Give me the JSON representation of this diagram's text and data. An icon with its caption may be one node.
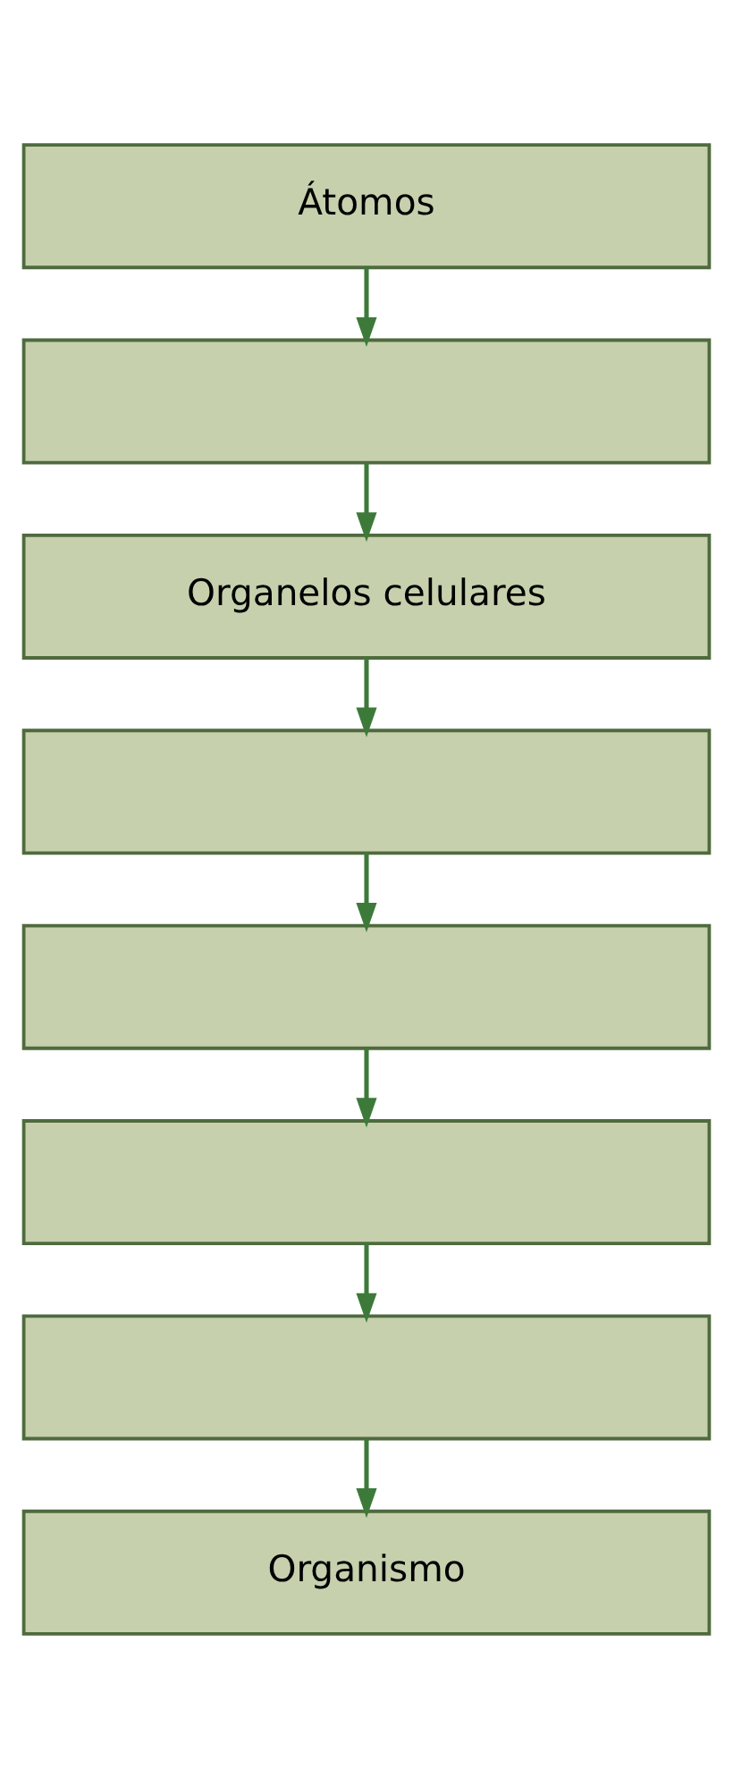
{
  "diagram": {
    "nodes": [
      {
        "text": [
          "Átomos"
        ]
      },
      {
        "text": [],
        "shape": "box"
      },
      {
        "text": [
          "Organelos celulares"
        ]
      },
      {
        "text": [],
        "shape": "box"
      },
      {
        "text": [],
        "shape": "box"
      },
      {
        "text": [],
        "shape": "box"
      },
      {
        "text": [],
        "shape": "box"
      },
      {
        "text": [
          "Organismo"
        ]
      }
    ],
    "edges": [
      {
        "from": 0,
        "to": 1,
        "arrow": "to"
      },
      {
        "from": 1,
        "to": 2,
        "arrow": "to"
      },
      {
        "from": 2,
        "to": 3,
        "arrow": "to"
      },
      {
        "from": 3,
        "to": 4,
        "arrow": "to"
      },
      {
        "from": 4,
        "to": 5,
        "arrow": "to"
      },
      {
        "from": 5,
        "to": 6,
        "arrow": "to"
      },
      {
        "from": 6,
        "to": 7,
        "arrow": "to"
      }
    ]
  }
}
